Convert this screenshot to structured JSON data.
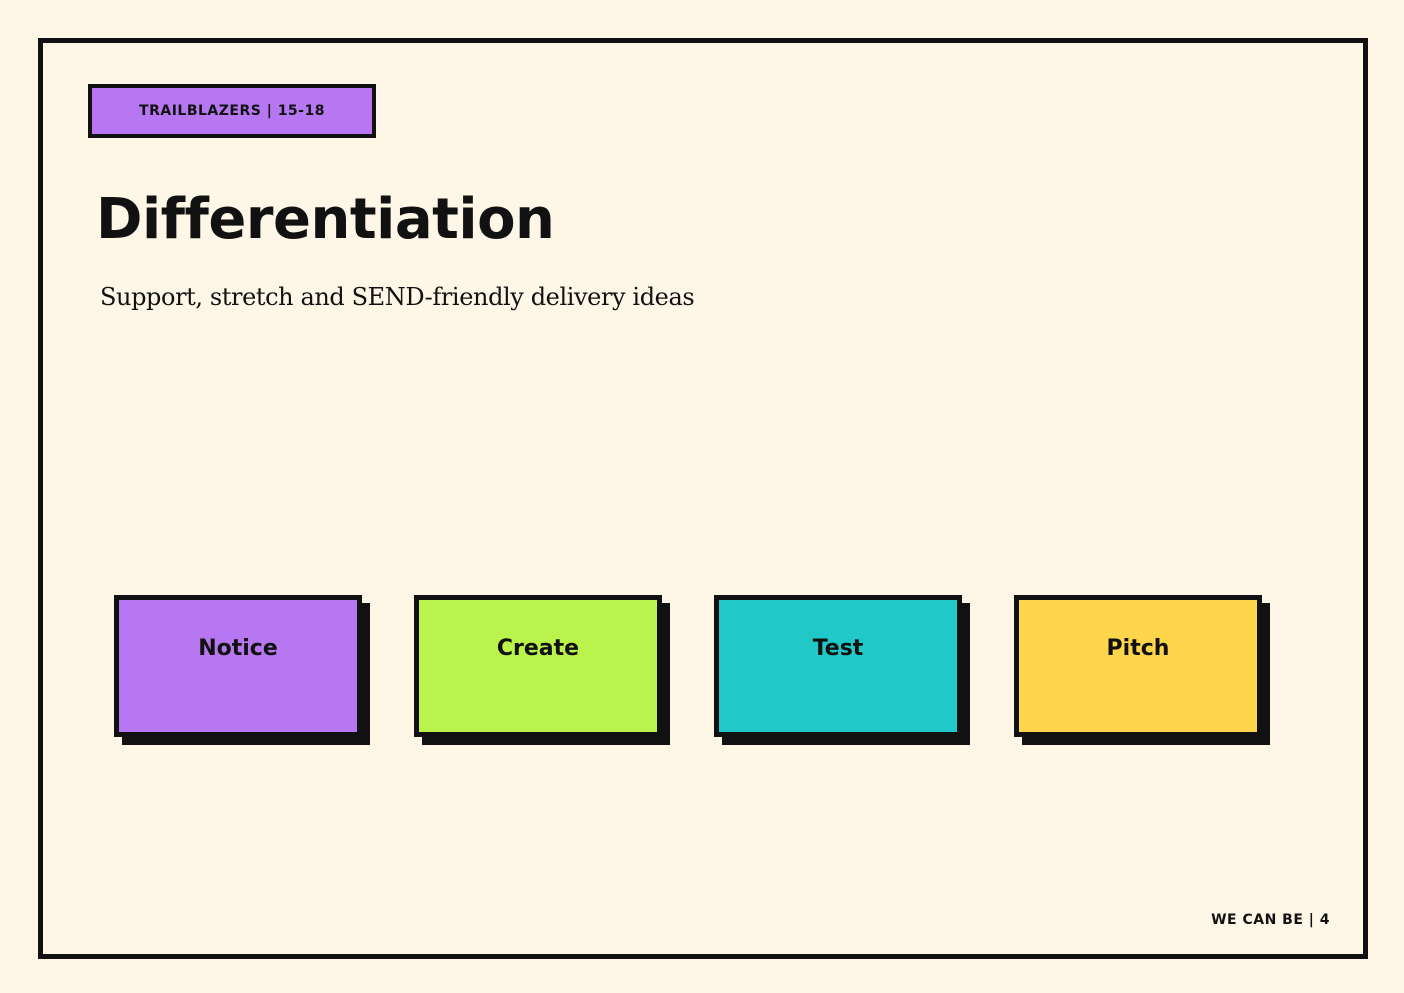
{
  "header": {
    "tag": "TRAILBLAZERS | 15-18"
  },
  "slide": {
    "title": "Differentiation",
    "subtitle": "Support, stretch and SEND-friendly delivery ideas"
  },
  "cards": [
    {
      "label": "Notice",
      "color": "#B877F2"
    },
    {
      "label": "Create",
      "color": "#BAF34B"
    },
    {
      "label": "Test",
      "color": "#20C8C8"
    },
    {
      "label": "Pitch",
      "color": "#FFD54B"
    }
  ],
  "footer": {
    "text": "WE CAN BE | 4"
  },
  "colors": {
    "background": "#FEF7E8",
    "ink": "#111111"
  }
}
